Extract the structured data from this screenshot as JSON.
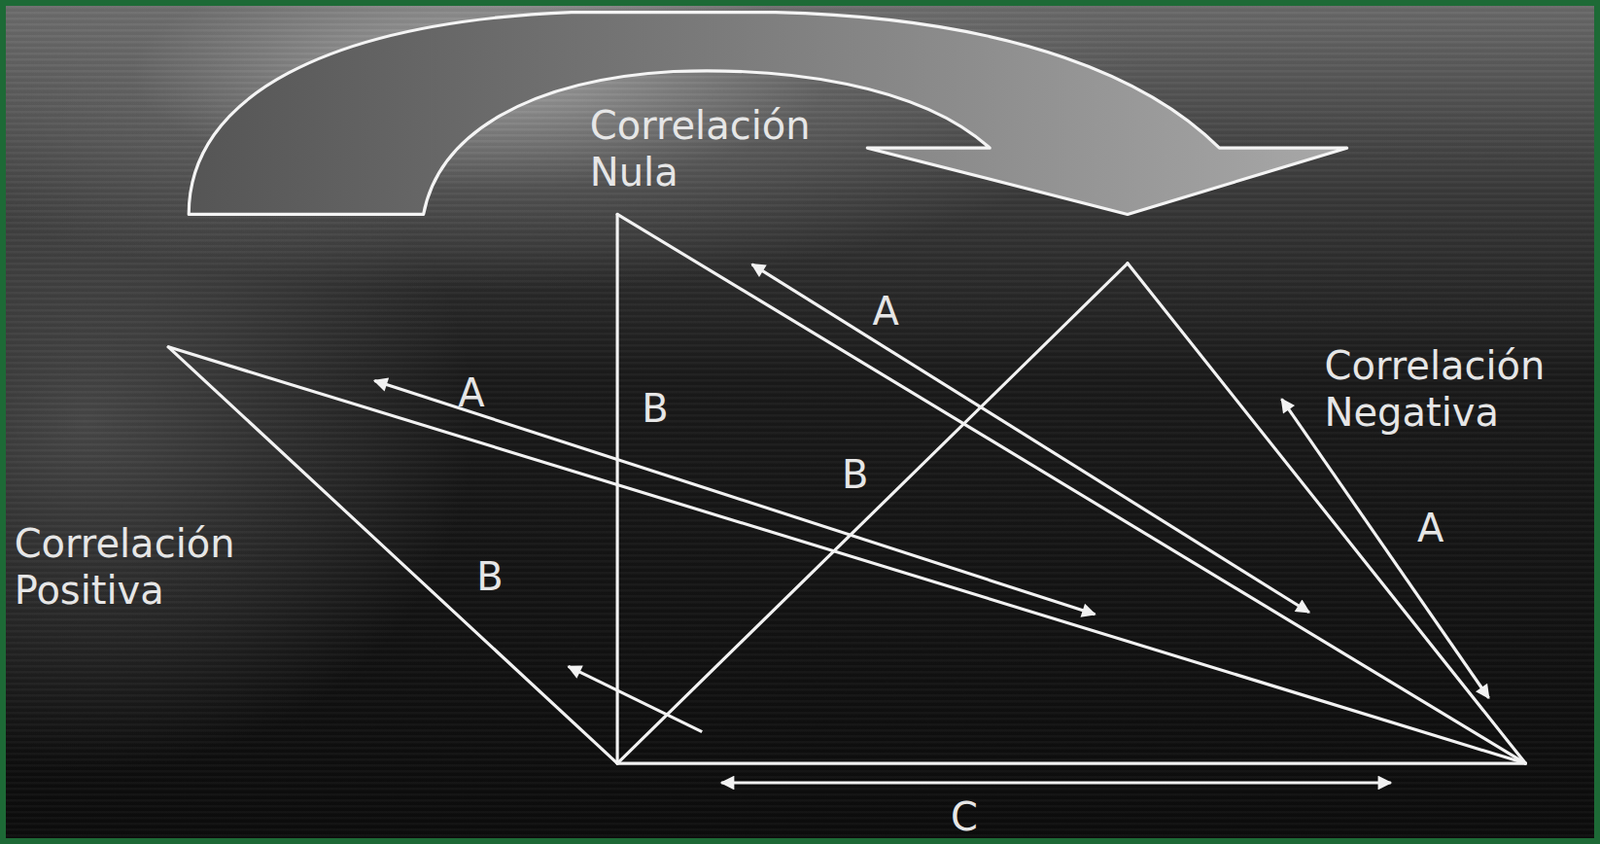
{
  "diagram": {
    "labels": [
      "Correlación Nula",
      "Correlación Negativa",
      "Correlación Positiva",
      "A",
      "A",
      "A",
      "B",
      "B",
      "B",
      "C"
    ]
  }
}
